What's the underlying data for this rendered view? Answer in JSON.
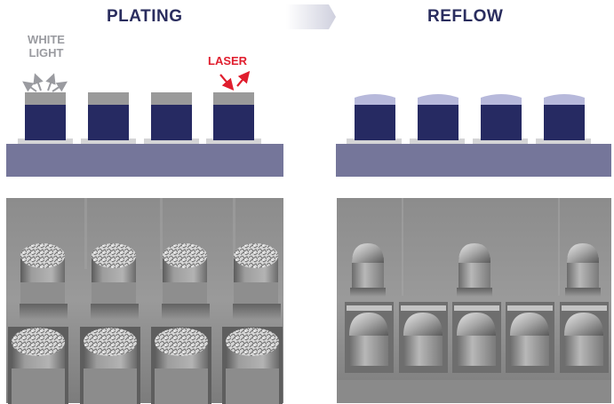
{
  "diagram": {
    "left_panel": {
      "title": "PLATING",
      "white_light_label": "WHITE LIGHT",
      "laser_label": "LASER"
    },
    "right_panel": {
      "title": "REFLOW"
    },
    "colors": {
      "title": "#2a2d5e",
      "pillar": "#262a62",
      "cap_plating": "#9a9a9a",
      "cap_reflow": "#b7b9db",
      "substrate": "#75769a",
      "pad": "#d4d4d6",
      "laser": "#e01e2e",
      "white_light": "#9a9ba0"
    }
  }
}
